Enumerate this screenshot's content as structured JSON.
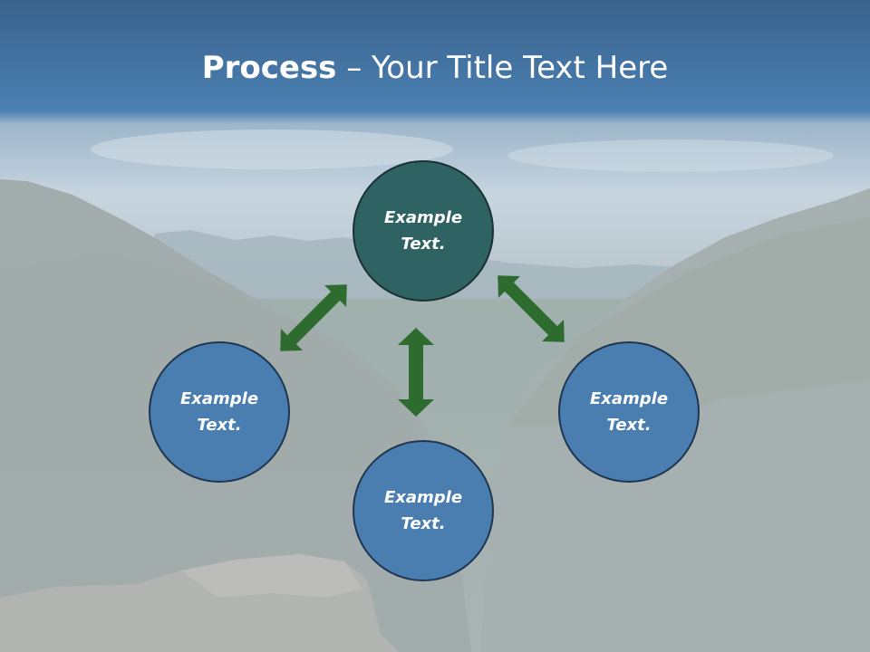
{
  "slide": {
    "title_bold": "Process",
    "title_rest": " – Your Title Text Here"
  },
  "nodes": {
    "top": "Example Text.",
    "left": "Example Text.",
    "right": "Example Text.",
    "bottom": "Example Text."
  },
  "colors": {
    "title_band": "#3e6f9c",
    "node_primary": "#2f6363",
    "node_secondary": "#4a7eb0",
    "arrow": "#2e6b2e"
  }
}
